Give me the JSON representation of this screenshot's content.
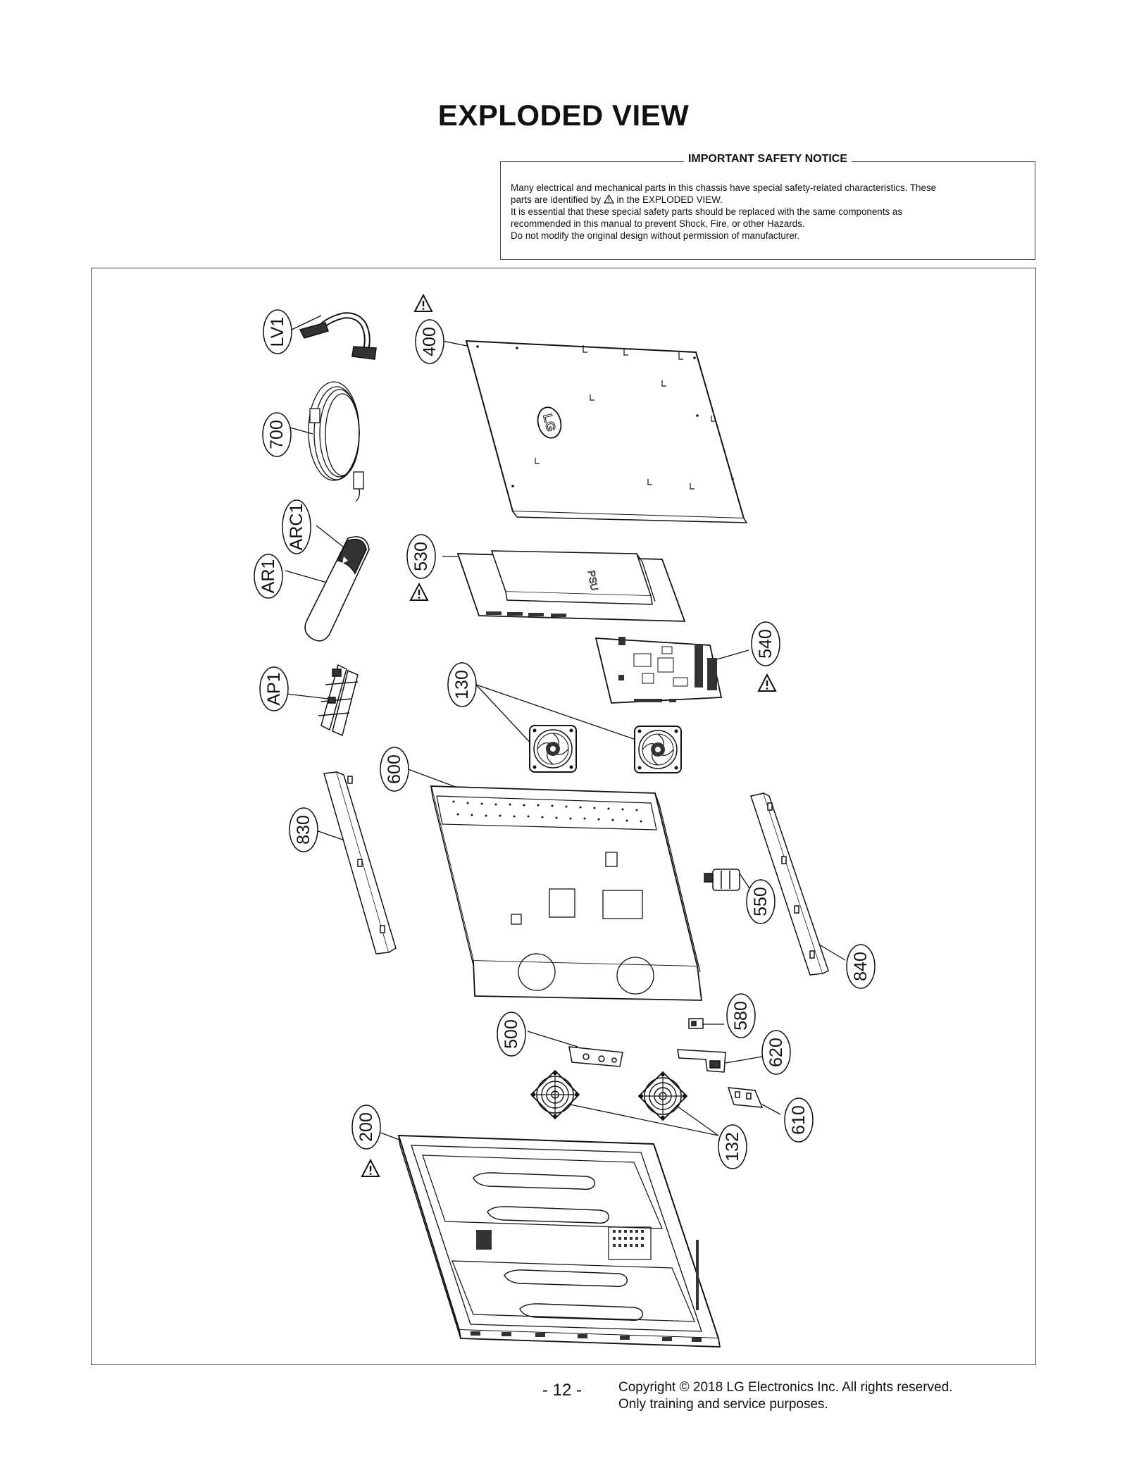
{
  "page": {
    "title": "EXPLODED VIEW",
    "page_number": "- 12 -",
    "copyright": "Copyright © 2018 LG Electronics Inc. All rights reserved.",
    "usage": "Only training and service purposes."
  },
  "notice": {
    "heading": "IMPORTANT SAFETY NOTICE",
    "line1": "Many electrical and mechanical parts in this chassis have special safety-related characteristics. These",
    "line2a": "parts are identified by",
    "line2b": "in the EXPLODED VIEW.",
    "line3": "It is essential that these special safety parts should be replaced with the same components as",
    "line4": "recommended in this manual to prevent Shock, Fire, or other Hazards.",
    "line5": "Do not modify the original design without permission of manufacturer."
  },
  "diagram": {
    "logo_text": "LG",
    "psu_text": "PSU",
    "labels": {
      "lv1": "LV1",
      "p400": "400",
      "p700": "700",
      "arc1": "ARC1",
      "ar1": "AR1",
      "p530": "530",
      "p540": "540",
      "ap1": "AP1",
      "p130": "130",
      "p600": "600",
      "p830": "830",
      "p550": "550",
      "p840": "840",
      "p580": "580",
      "p500": "500",
      "p620": "620",
      "p610": "610",
      "p132": "132",
      "p200": "200"
    }
  }
}
